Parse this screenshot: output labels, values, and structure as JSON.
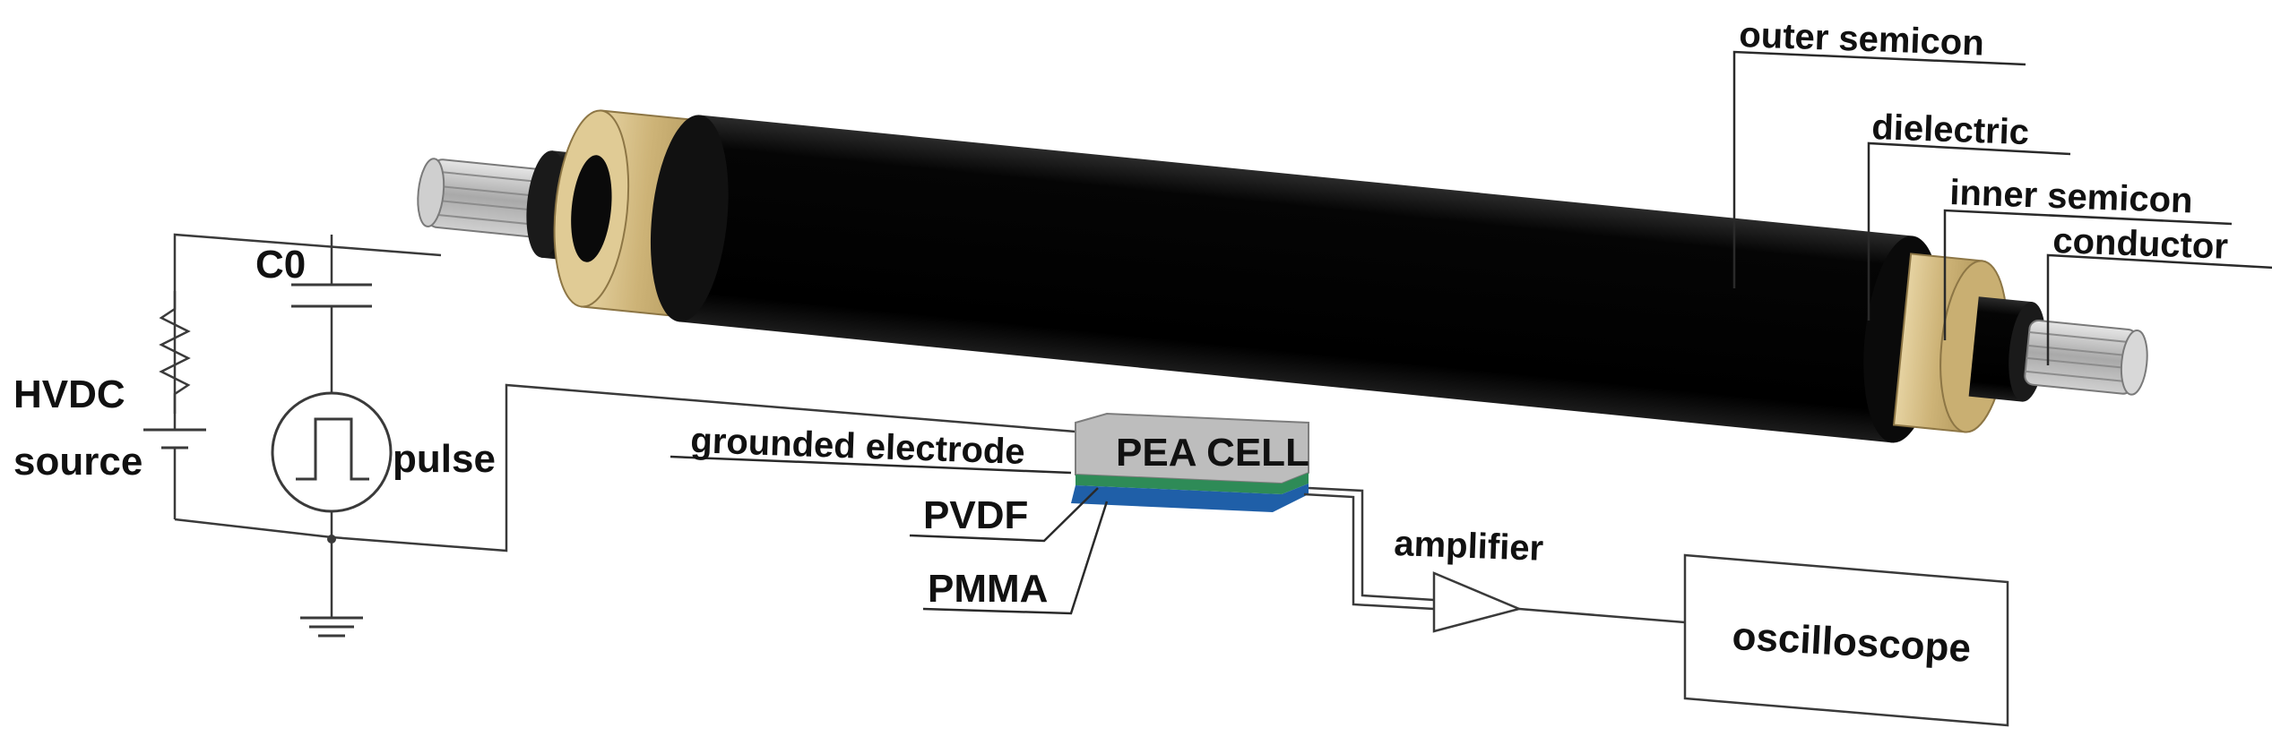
{
  "labels": {
    "outer_semicon": "outer semicon",
    "dielectric": "dielectric",
    "inner_semicon": "inner semicon",
    "conductor": "conductor",
    "c0": "C0",
    "hvdc_line1": "HVDC",
    "hvdc_line2": "source",
    "pulse": "pulse",
    "grounded_electrode": "grounded electrode",
    "pea_cell": "PEA CELL",
    "pvdf": "PVDF",
    "pmma": "PMMA",
    "amplifier": "amplifier",
    "oscilloscope": "oscilloscope"
  },
  "colors": {
    "jacket": "#0b0b0b",
    "semicon_tan": "#d7c08a",
    "conductor_gray": "#b9b9b9",
    "pea_cell_gray": "#bdbdbd",
    "pvdf_green": "#2e8b57",
    "pmma_blue": "#1f5fa8"
  }
}
